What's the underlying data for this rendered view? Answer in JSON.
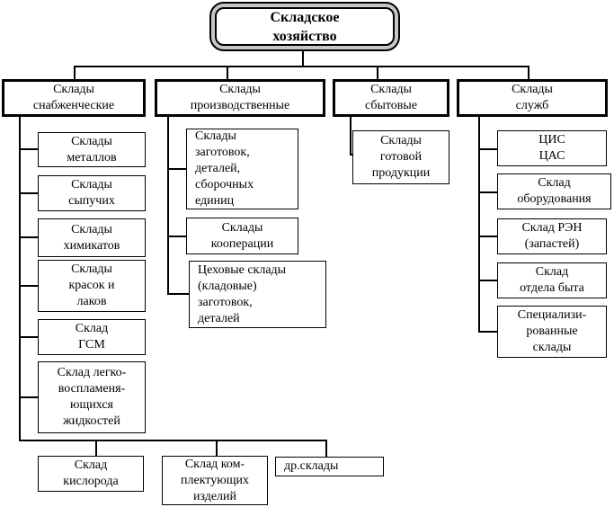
{
  "colors": {
    "line": "#000000",
    "root_frame_gray": "#c6c6c6",
    "box_fill": "#ffffff",
    "text": "#000000"
  },
  "diagram": {
    "root": {
      "label": "Складское\nхозяйство"
    },
    "level2": [
      {
        "label": "Склады\nснабженческие"
      },
      {
        "label": "Склады\nпроизводственные"
      },
      {
        "label": "Склады\nсбытовые"
      },
      {
        "label": "Склады\nслужб"
      }
    ],
    "supply_children": [
      {
        "label": "Склады\nметаллов"
      },
      {
        "label": "Склады\nсыпучих"
      },
      {
        "label": "Склады\nхимикатов"
      },
      {
        "label": "Склады\nкрасок и\nлаков"
      },
      {
        "label": "Склад\nГСМ"
      },
      {
        "label": "Склад легко-\nвоспламеня-\nющихся\nжидкостей"
      }
    ],
    "production_children": [
      {
        "label": "Склады\nзаготовок,\nдеталей,\nсборочных\nединиц"
      },
      {
        "label": "Склады\nкооперации"
      },
      {
        "label": "Цеховые склады\n(кладовые)\nзаготовок,\nдеталей"
      }
    ],
    "sales_children": [
      {
        "label": "Склады\nготовой\nпродукции"
      }
    ],
    "service_children": [
      {
        "label": "ЦИС\nЦАС"
      },
      {
        "label": "Склад\nоборудования"
      },
      {
        "label": "Склад РЭН\n(запастей)"
      },
      {
        "label": "Склад\nотдела быта"
      },
      {
        "label": "Специализи-\nрованные\nсклады"
      }
    ],
    "bottom_row": [
      {
        "label": "Склад\nкислорода"
      },
      {
        "label": "Склад ком-\nплектующих\nизделий"
      },
      {
        "label": "др.склады"
      }
    ]
  }
}
